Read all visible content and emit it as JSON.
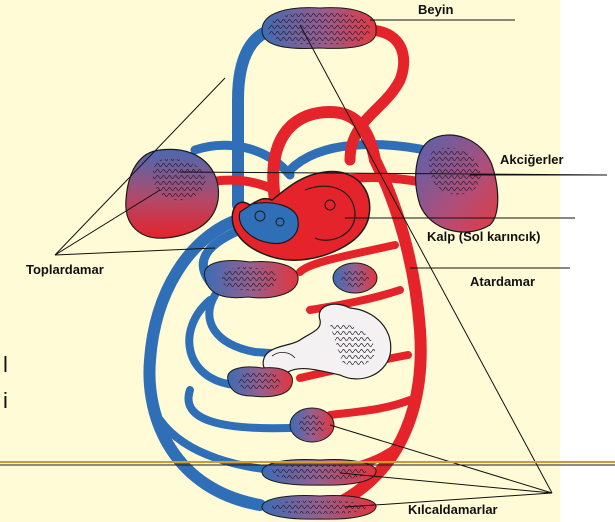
{
  "labels": {
    "beyin": "Beyin",
    "akcigerler": "Akciğerler",
    "kalp": "Kalp (Sol karıncık)",
    "atardamar": "Atardamar",
    "toplardamar": "Toplardamar",
    "kilcaldamarlar": "Kılcaldamarlar"
  },
  "edge_text": [
    "l",
    "i"
  ],
  "colors": {
    "background": "#fffbd6",
    "artery": "#e5232b",
    "vein": "#2f6fb8",
    "outline": "#1a1a1a",
    "capillary": "#7a5f86",
    "divider_gold": "#d29a2a"
  }
}
